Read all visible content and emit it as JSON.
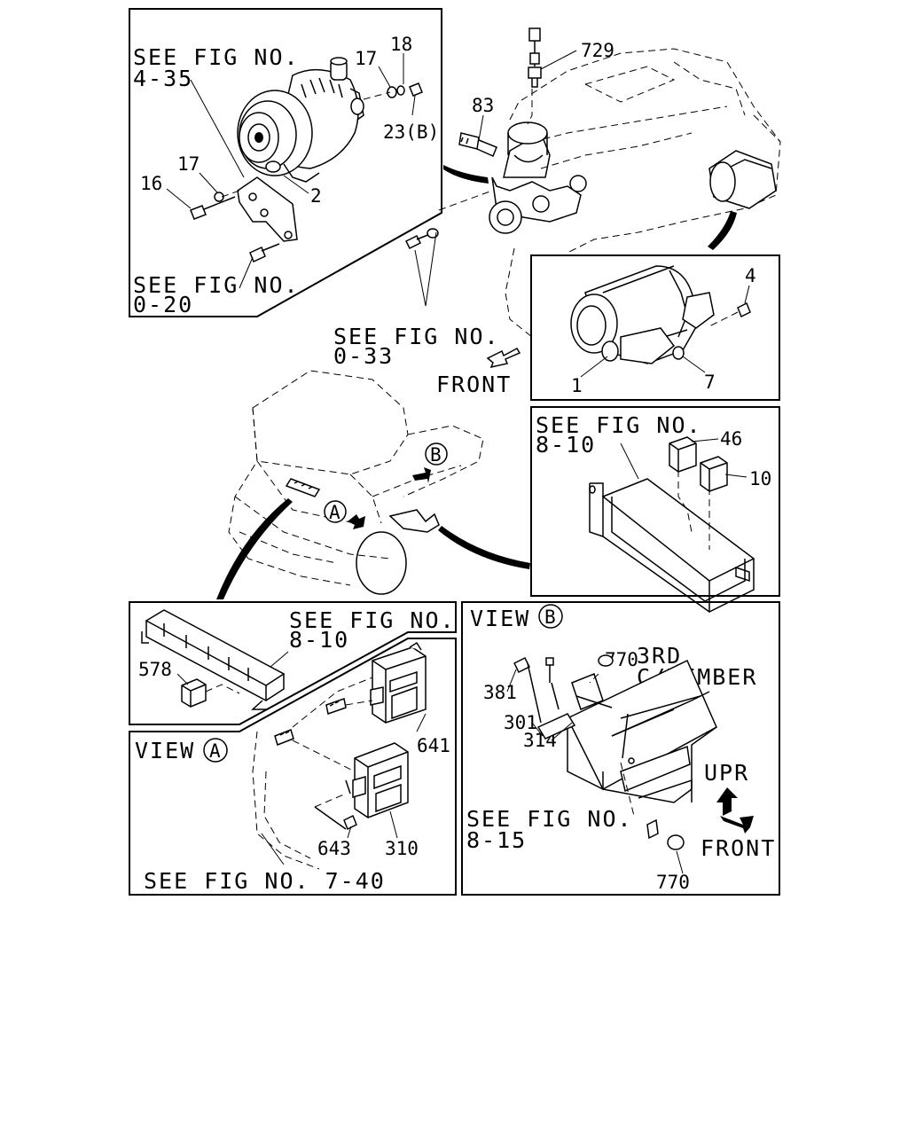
{
  "panels": {
    "alternator": {
      "see_fig_top_1": "SEE FIG NO.",
      "see_fig_top_2": "4-35",
      "see_fig_bottom_1": "SEE FIG NO.",
      "see_fig_bottom_2": "0-20",
      "callouts": [
        "17",
        "18",
        "23(B)",
        "17",
        "16",
        "2"
      ]
    },
    "engine": {
      "callouts": [
        "729",
        "83"
      ],
      "see_fig_1": "SEE FIG NO.",
      "see_fig_2": "0-33",
      "front_label": "FRONT"
    },
    "starter": {
      "callouts": [
        "4",
        "1",
        "7"
      ]
    },
    "relay_box": {
      "see_fig_1": "SEE FIG NO.",
      "see_fig_2": "8-10",
      "callouts": [
        "46",
        "10"
      ]
    },
    "truck": {
      "view_a": "A",
      "view_b": "B"
    },
    "fuse_panel": {
      "see_fig_1": "SEE FIG NO.",
      "see_fig_2": "8-10",
      "callouts": [
        "578"
      ]
    },
    "view_a": {
      "view_label": "VIEW",
      "view_letter": "A",
      "callouts": [
        "641",
        "643",
        "310"
      ],
      "see_fig": "SEE FIG NO. 7-40"
    },
    "view_b": {
      "view_label": "VIEW",
      "view_letter": "B",
      "callouts": [
        "770",
        "381",
        "301",
        "314",
        "770"
      ],
      "member_1": "3RD",
      "member_2": "C/MEMBER",
      "upr": "UPR",
      "front": "FRONT",
      "see_fig_1": "SEE FIG NO.",
      "see_fig_2": "8-15"
    }
  }
}
